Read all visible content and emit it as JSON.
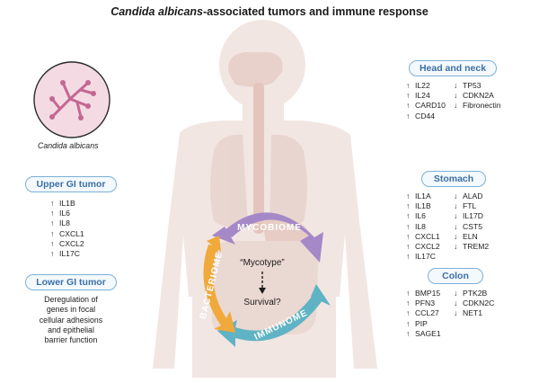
{
  "title": {
    "italic_part": "Candida albicans",
    "rest": "-associated tumors and immune response"
  },
  "microbe": {
    "label": "Candida albicans"
  },
  "upper_gi": {
    "label": "Upper GI tumor",
    "genes": [
      {
        "dir": "up",
        "name": "IL1B"
      },
      {
        "dir": "up",
        "name": "IL6"
      },
      {
        "dir": "up",
        "name": "IL8"
      },
      {
        "dir": "up",
        "name": "CXCL1"
      },
      {
        "dir": "up",
        "name": "CXCL2"
      },
      {
        "dir": "up",
        "name": "IL17C"
      }
    ]
  },
  "lower_gi": {
    "label": "Lower GI tumor",
    "description_lines": [
      "Deregulation of",
      "genes in focal",
      "cellular adhesions",
      "and epithelial",
      "barrier function"
    ]
  },
  "head_neck": {
    "label": "Head and neck",
    "col1": [
      {
        "dir": "up",
        "name": "IL22"
      },
      {
        "dir": "up",
        "name": "IL24"
      },
      {
        "dir": "up",
        "name": "CARD10"
      },
      {
        "dir": "up",
        "name": "CD44"
      }
    ],
    "col2": [
      {
        "dir": "down",
        "name": "TP53"
      },
      {
        "dir": "down",
        "name": "CDKN2A"
      },
      {
        "dir": "down",
        "name": "Fibronectin"
      }
    ]
  },
  "stomach": {
    "label": "Stomach",
    "col1": [
      {
        "dir": "up",
        "name": "IL1A"
      },
      {
        "dir": "up",
        "name": "IL1B"
      },
      {
        "dir": "up",
        "name": "IL6"
      },
      {
        "dir": "up",
        "name": "IL8"
      },
      {
        "dir": "up",
        "name": "CXCL1"
      },
      {
        "dir": "up",
        "name": "CXCL2"
      },
      {
        "dir": "up",
        "name": "IL17C"
      }
    ],
    "col2": [
      {
        "dir": "down",
        "name": "ALAD"
      },
      {
        "dir": "down",
        "name": "FTL"
      },
      {
        "dir": "down",
        "name": "IL17D"
      },
      {
        "dir": "down",
        "name": "CST5"
      },
      {
        "dir": "down",
        "name": "ELN"
      },
      {
        "dir": "down",
        "name": "TREM2"
      }
    ]
  },
  "colon": {
    "label": "Colon",
    "col1": [
      {
        "dir": "up",
        "name": "BMP15"
      },
      {
        "dir": "up",
        "name": "PFN3"
      },
      {
        "dir": "up",
        "name": "CCL27"
      },
      {
        "dir": "up",
        "name": "PIP"
      },
      {
        "dir": "up",
        "name": "SAGE1"
      }
    ],
    "col2": [
      {
        "dir": "down",
        "name": "PTK2B"
      },
      {
        "dir": "down",
        "name": "CDKN2C"
      },
      {
        "dir": "down",
        "name": "NET1"
      }
    ]
  },
  "cycle": {
    "top": "MYCOBIOME",
    "right": "IMMUNOME",
    "left": "BACTERIOME",
    "center_top": "“Mycotype”",
    "center_bottom": "Survival?"
  },
  "colors": {
    "mycobiome": "#a488c8",
    "immunome": "#5fb3c4",
    "bacteriome": "#f0a93a",
    "pill_border": "#7bb0d8",
    "pill_text": "#3b6fa6",
    "body_fill": "#f1e6e2",
    "microbe_fill": "#f4dbe3"
  },
  "arrows": {
    "up": "↑",
    "down": "↓"
  }
}
